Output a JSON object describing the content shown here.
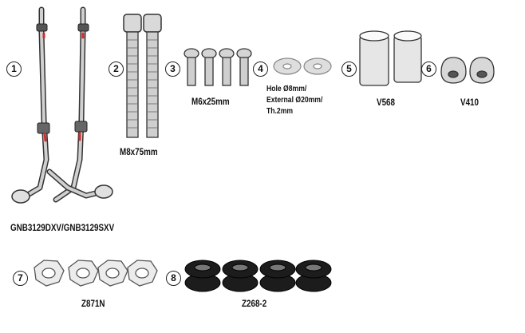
{
  "items": [
    {
      "number": "1",
      "code": "GNB3129DXV/GNB3129SXV"
    },
    {
      "number": "2",
      "code": "M8x75mm"
    },
    {
      "number": "3",
      "code": "M6x25mm"
    },
    {
      "number": "4",
      "code_lines": [
        "Hole Ø8mm/",
        "External Ø20mm/",
        "Th.2mm"
      ]
    },
    {
      "number": "5",
      "code": "V568"
    },
    {
      "number": "6",
      "code": "V410"
    },
    {
      "number": "7",
      "code": "Z871N"
    },
    {
      "number": "8",
      "code": "Z268-2"
    }
  ],
  "colors": {
    "ink": "#222222",
    "metal": "#c9c9c9",
    "rubber": "#1c1c1c",
    "accent": "#d22b2b"
  }
}
